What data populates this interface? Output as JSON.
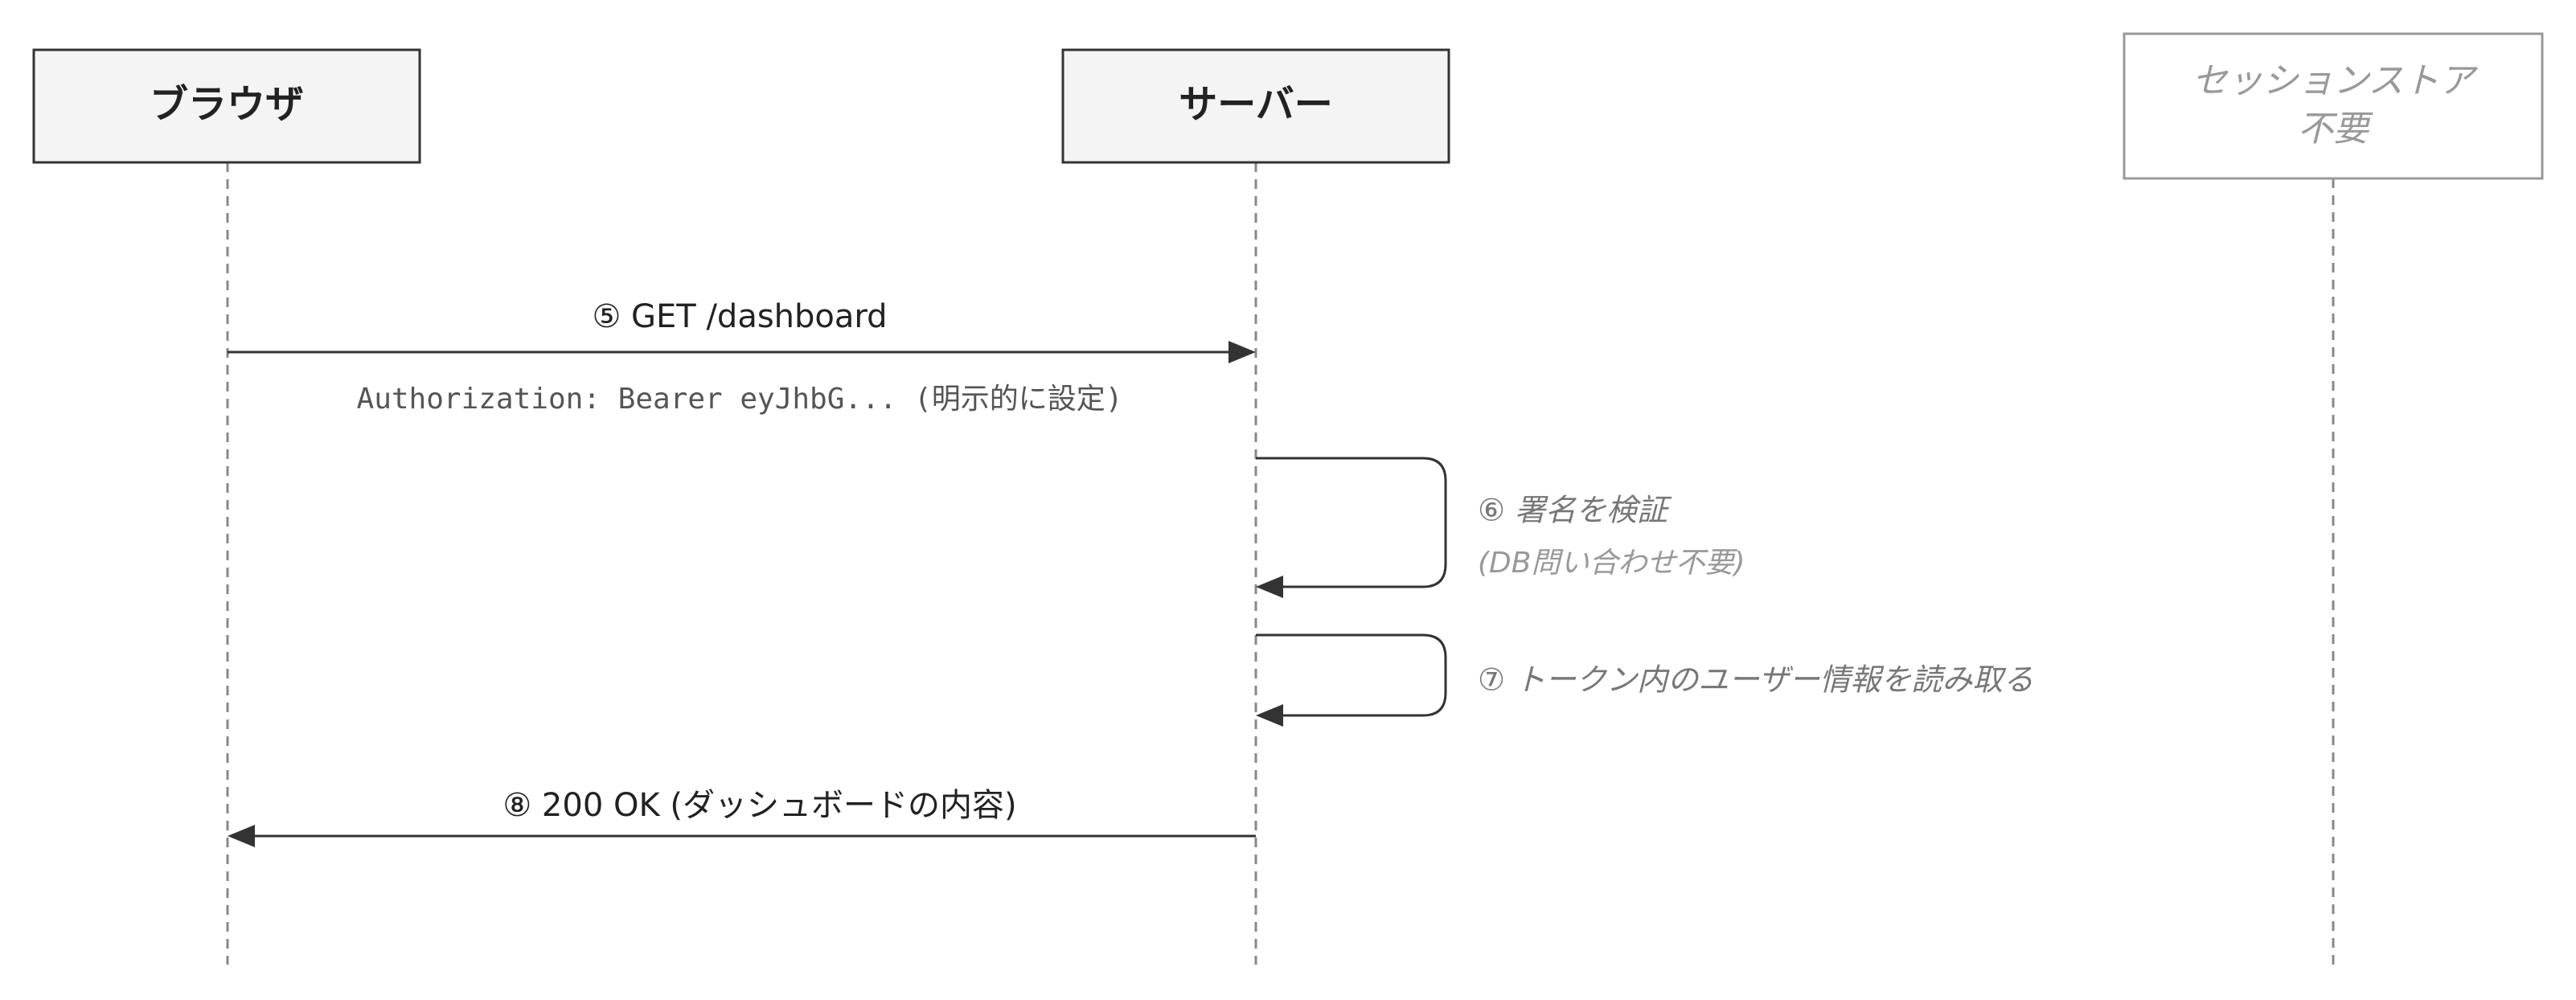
{
  "actors": {
    "browser": {
      "label": "ブラウザ"
    },
    "server": {
      "label": "サーバー"
    },
    "session_store": {
      "line1": "セッションストア",
      "line2": "不要"
    }
  },
  "messages": {
    "m5": {
      "label": "⑤ GET /dashboard",
      "note": "Authorization: Bearer eyJhbG... (明示的に設定)"
    },
    "m6": {
      "label": "⑥ 署名を検証",
      "sub": "(DB問い合わせ不要)"
    },
    "m7": {
      "label": "⑦ トークン内のユーザー情報を読み取る"
    },
    "m8": {
      "label": "⑧ 200 OK (ダッシュボードの内容)"
    }
  }
}
